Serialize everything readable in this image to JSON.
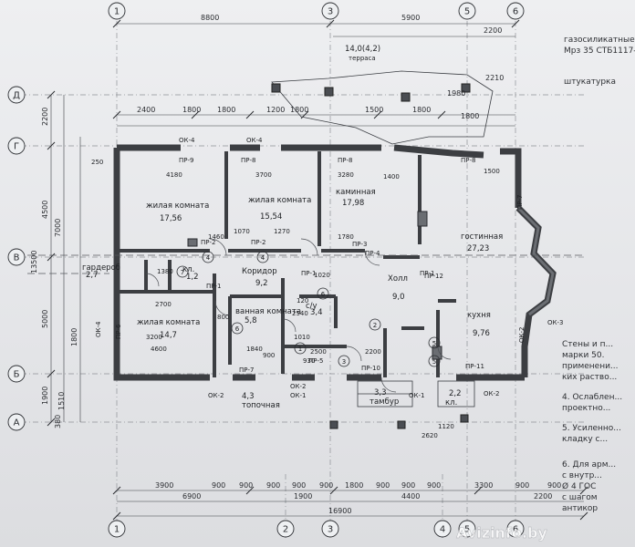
{
  "axes_top": [
    "1",
    "3",
    "5",
    "6"
  ],
  "axes_bottom": [
    "1",
    "2",
    "3",
    "4",
    "5",
    "6"
  ],
  "axes_left": [
    "Д",
    "Г",
    "В",
    "Б",
    "А"
  ],
  "dims_top": {
    "overall_left": "8800",
    "overall_right": "5900",
    "d1": "2200",
    "s1": "2400",
    "s2": "1800",
    "s3": "1800",
    "s4": "1200",
    "s5": "1800",
    "s6": "1500",
    "s7": "1800",
    "s8": "2210",
    "s9": "1980",
    "s10": "1800"
  },
  "dims_bottom": {
    "row1": [
      "3900",
      "900",
      "900",
      "900",
      "900",
      "900",
      "1800",
      "900",
      "900",
      "900",
      "3300",
      "900",
      "900"
    ],
    "row2": [
      "6900",
      "1900",
      "4400",
      "2200"
    ],
    "overall": "16900"
  },
  "dims_left": {
    "l1": "2200",
    "l2": "4500",
    "l3": "13500",
    "l4": "7000",
    "l5": "5000",
    "l6": "1900",
    "l7": "1800",
    "l8": "1510",
    "l9": "380"
  },
  "rooms": [
    {
      "name": "жилая комната",
      "area": "17,56"
    },
    {
      "name": "жилая комната",
      "area": "15,54"
    },
    {
      "name": "каминная",
      "area": "17,98"
    },
    {
      "name": "гостинная",
      "area": "27,23"
    },
    {
      "name": "гардероб",
      "area": "2,7"
    },
    {
      "name": "кл.",
      "area": "1,2"
    },
    {
      "name": "Коридор",
      "area": "9,2"
    },
    {
      "name": "ванная комната",
      "area": "5,8"
    },
    {
      "name": "с/у",
      "area": "3,4"
    },
    {
      "name": "Холл",
      "area": "9,0"
    },
    {
      "name": "кухня",
      "area": "9,76"
    },
    {
      "name": "жилая комната",
      "area": "14,7"
    },
    {
      "name": "топочная",
      "area": "4,3"
    },
    {
      "name": "тамбур",
      "area": "3,3"
    },
    {
      "name": "кл.",
      "area": "2,2"
    }
  ],
  "terrace_label": "14,0(4,2) терраса",
  "openings": [
    "ОК-4",
    "ОК-4",
    "ПР-9",
    "ПР-8",
    "ПР-8",
    "ПР-8",
    "ПР-7",
    "ОК-2",
    "ПР-6",
    "ОК-4",
    "ПР-4",
    "ПР-12",
    "ПР-2",
    "ПР-2",
    "ПР-1",
    "ПР-1",
    "ПР-1",
    "ПР-5",
    "ПР-7",
    "ПР-10",
    "ПР-11",
    "ОК-2",
    "ОК-1",
    "ОК-1",
    "ОК-2",
    "ОК-2",
    "ОК-3",
    "ПР-3"
  ],
  "inner_dims": [
    "4180",
    "3700",
    "3280",
    "1400",
    "2700",
    "1460",
    "1380",
    "4600",
    "3200",
    "1840",
    "1010",
    "2540",
    "2500",
    "2200",
    "120",
    "250",
    "1780",
    "1020",
    "1070",
    "1270",
    "800",
    "900",
    "930",
    "1120",
    "1500",
    "2620"
  ],
  "markers": [
    "7",
    "4",
    "4",
    "6",
    "6",
    "2",
    "3",
    "1",
    "5",
    "5"
  ],
  "notes": [
    "газосиликатные б...",
    "Мрз 35 СТБ1117-",
    "штукатурка",
    "Стены и п...",
    "марки 50.",
    "применени...",
    "ких раство...",
    "4. Ослаблен...",
    "проектно...",
    "5. Усиленно...",
    "кладку с...",
    "6. Для арм...",
    "с внутр...",
    "Ø 4 ГОС",
    "с шагом",
    "антикор"
  ],
  "watermark": "Avizinfo.by"
}
